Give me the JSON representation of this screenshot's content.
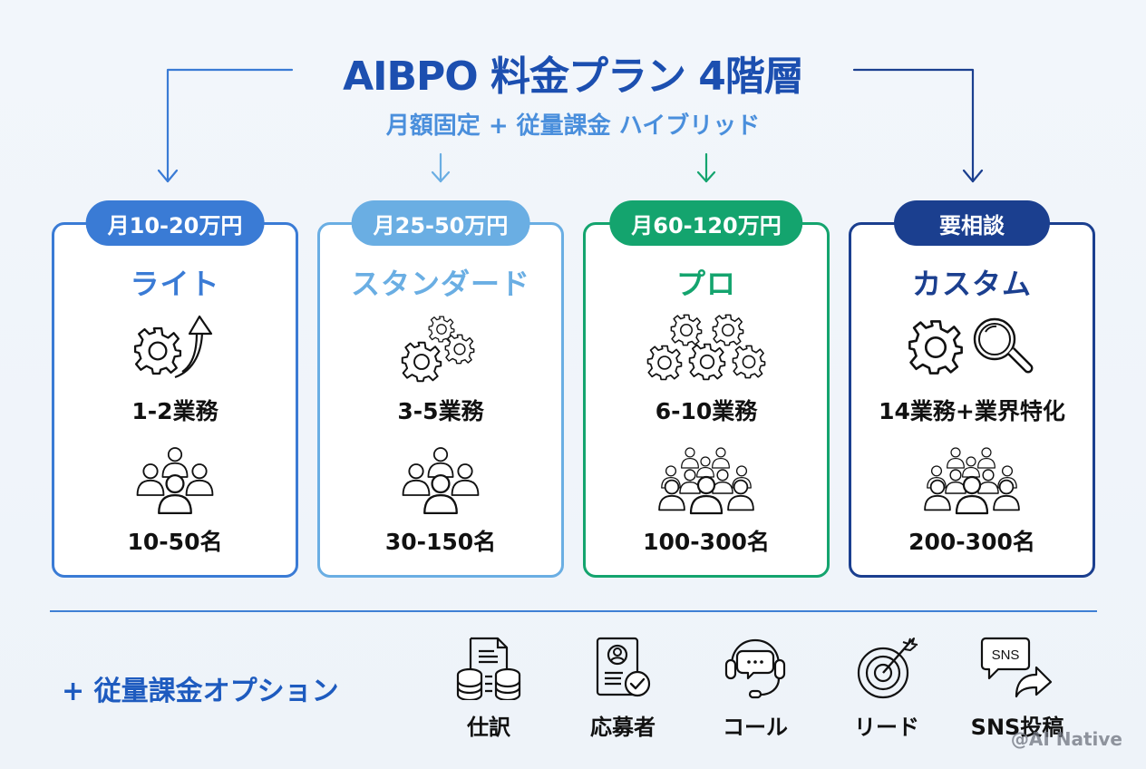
{
  "header": {
    "title": "AIBPO 料金プラン 4階層",
    "subtitle": "月額固定 + 従量課金 ハイブリッド"
  },
  "colors": {
    "title": "#1c4fb0",
    "subtitle": "#4a8fdc",
    "lite": "#3a7bd5",
    "standard": "#6aaee3",
    "pro": "#14a46e",
    "custom": "#1b3f8f"
  },
  "plans": [
    {
      "price": "月10-20万円",
      "name": "ライト",
      "tasks": "1-2業務",
      "users": "10-50名",
      "task_icon": "gear-arrow-up-icon",
      "people_icon": "group-small-icon"
    },
    {
      "price": "月25-50万円",
      "name": "スタンダード",
      "tasks": "3-5業務",
      "users": "30-150名",
      "task_icon": "three-gears-icon",
      "people_icon": "group-small-icon"
    },
    {
      "price": "月60-120万円",
      "name": "プロ",
      "tasks": "6-10業務",
      "users": "100-300名",
      "task_icon": "five-gears-icon",
      "people_icon": "group-large-icon"
    },
    {
      "price": "要相談",
      "name": "カスタム",
      "tasks": "14業務+業界特化",
      "users": "200-300名",
      "task_icon": "gear-magnifier-icon",
      "people_icon": "group-large-icon"
    }
  ],
  "options": {
    "label": "+ 従量課金オプション",
    "items": [
      {
        "label": "仕訳",
        "icon": "document-database-icon"
      },
      {
        "label": "応募者",
        "icon": "applicant-check-icon"
      },
      {
        "label": "コール",
        "icon": "headset-chat-icon"
      },
      {
        "label": "リード",
        "icon": "target-arrow-icon"
      },
      {
        "label": "SNS投稿",
        "icon": "sns-share-icon",
        "badge": "SNS"
      }
    ]
  },
  "watermark": "@AI Native"
}
